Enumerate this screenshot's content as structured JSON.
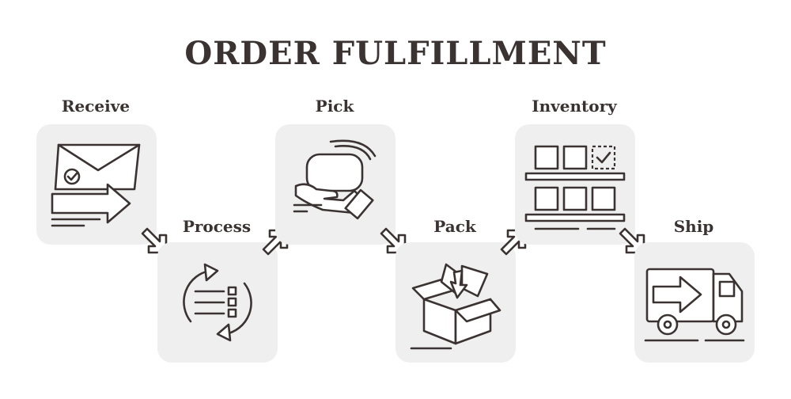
{
  "title": "ORDER FULFILLMENT",
  "steps": [
    {
      "label": "Receive",
      "icon": "envelope-arrow-icon"
    },
    {
      "label": "Process",
      "icon": "cycle-checklist-icon"
    },
    {
      "label": "Pick",
      "icon": "hand-pick-icon"
    },
    {
      "label": "Pack",
      "icon": "open-box-icon"
    },
    {
      "label": "Inventory",
      "icon": "shelf-boxes-icon"
    },
    {
      "label": "Ship",
      "icon": "delivery-truck-icon"
    }
  ],
  "colors": {
    "ink": "#3a3332",
    "tile": "#efefef",
    "background": "#ffffff"
  }
}
